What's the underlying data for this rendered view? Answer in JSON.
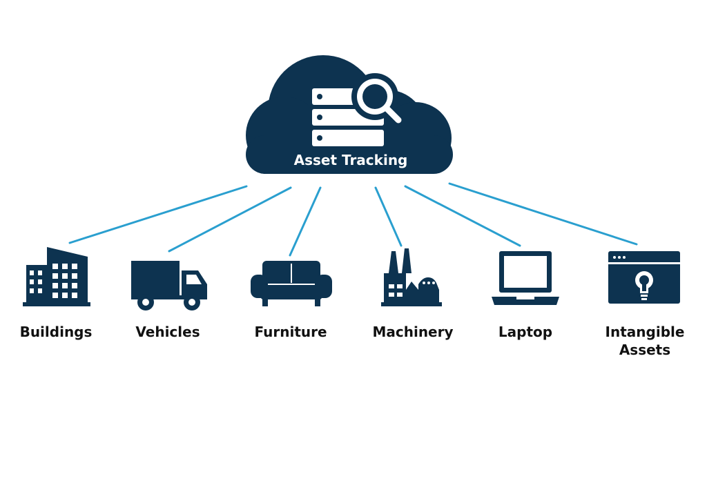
{
  "hub": {
    "label": "Asset Tracking"
  },
  "assets": [
    {
      "label_lines": [
        "Buildings"
      ],
      "icon": "buildings-icon"
    },
    {
      "label_lines": [
        "Vehicles"
      ],
      "icon": "truck-icon"
    },
    {
      "label_lines": [
        "Furniture"
      ],
      "icon": "sofa-icon"
    },
    {
      "label_lines": [
        "Machinery"
      ],
      "icon": "factory-icon"
    },
    {
      "label_lines": [
        "Laptop"
      ],
      "icon": "laptop-icon"
    },
    {
      "label_lines": [
        "Intangible",
        "Assets"
      ],
      "icon": "browser-lightbulb-icon"
    }
  ],
  "colors": {
    "icon": "#0d3350",
    "connector": "#2a9fcf",
    "label": "#111111",
    "background": "#ffffff"
  }
}
